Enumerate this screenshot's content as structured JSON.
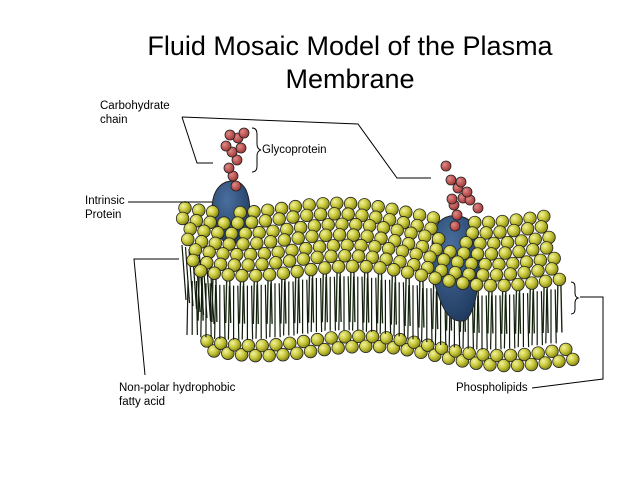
{
  "title_line1": "Fluid Mosaic Model of the Plasma",
  "title_line2": "Membrane",
  "labels": {
    "carbohydrate_line1": "Carbohydrate",
    "carbohydrate_line2": "chain",
    "glycoprotein": "Glycoprotein",
    "intrinsic_line1": "Intrinsic",
    "intrinsic_line2": "Protein",
    "fatty_acid_line1": "Non-polar hydrophobic",
    "fatty_acid_line2": "fatty acid",
    "phospholipids": "Phospholipids"
  },
  "colors": {
    "phospholipid_head": "#b5b52a",
    "phospholipid_head_light": "#e4e47a",
    "phospholipid_tail": "#1a2a12",
    "protein": "#2f4f7a",
    "sugar_bead": "#c0504d",
    "outline": "#222222"
  }
}
